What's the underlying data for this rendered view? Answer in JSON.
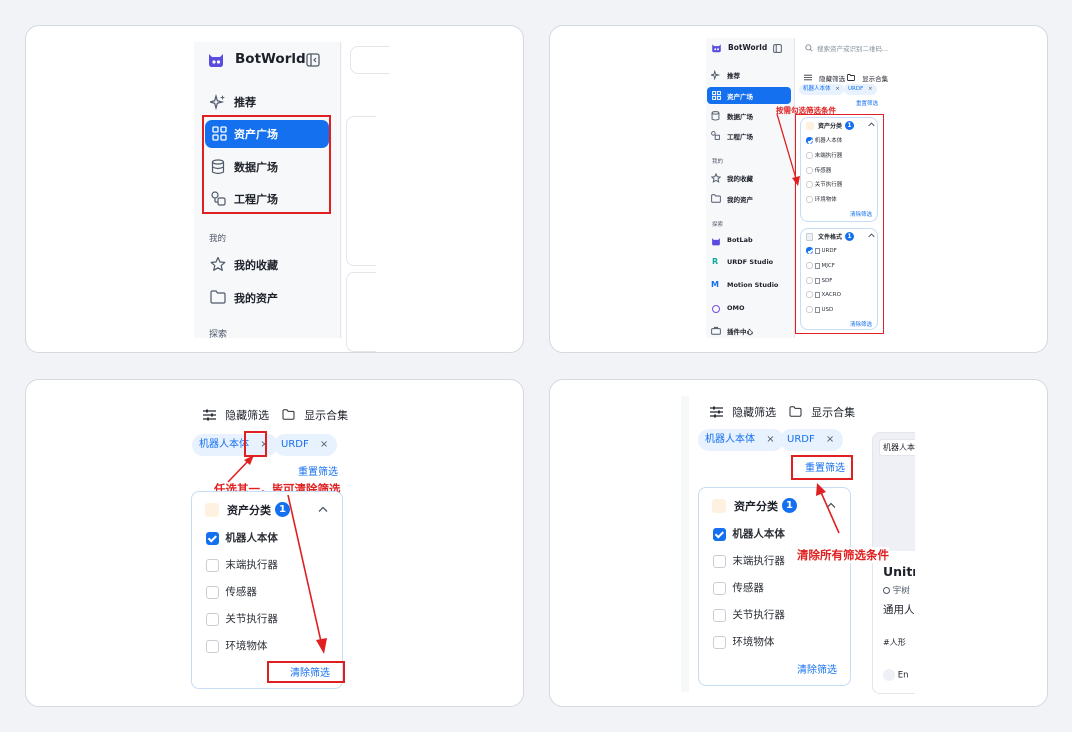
{
  "app": {
    "name": "BotWorld"
  },
  "nav": {
    "recommend": "推荐",
    "asset_plaza": "资产广场",
    "data_plaza": "数据广场",
    "project_plaza": "工程广场",
    "mine_section": "我的",
    "favorites": "我的收藏",
    "my_assets": "我的资产",
    "explore_section": "探索",
    "botlab": "BotLab",
    "urdf_studio": "URDF Studio",
    "motion_studio": "Motion Studio",
    "omo": "OMO",
    "plugin_center": "插件中心"
  },
  "search": {
    "placeholder": "搜索资产或识别二维码..."
  },
  "toolbar": {
    "hide_filter": "隐藏筛选",
    "show_collection": "显示合集"
  },
  "active_tags": [
    "机器人本体",
    "URDF"
  ],
  "close_mark": "×",
  "reset_filter": "重置筛选",
  "clear_filter": "清除筛选",
  "asset_category": {
    "title": "资产分类",
    "count": "1",
    "options": [
      "机器人本体",
      "末端执行器",
      "传感器",
      "关节执行器",
      "环境物体"
    ]
  },
  "file_format": {
    "title": "文件格式",
    "count": "1",
    "options": [
      "URDF",
      "MJCF",
      "SDF",
      "XACRO",
      "USD"
    ]
  },
  "annotations": {
    "check_filter": "按需勾选筛选条件",
    "choose_one": "任选其一，皆可清除筛选",
    "clear_all": "清除所有筛选条件"
  },
  "preview_card": {
    "chip": "机器人本",
    "title": "Unitre",
    "author": "宇树",
    "desc": "通用人",
    "tag": "#人形",
    "footer": "En"
  },
  "colors": {
    "accent": "#1570ef",
    "annotation": "#e02020",
    "panel_border": "#d4d8e0"
  }
}
